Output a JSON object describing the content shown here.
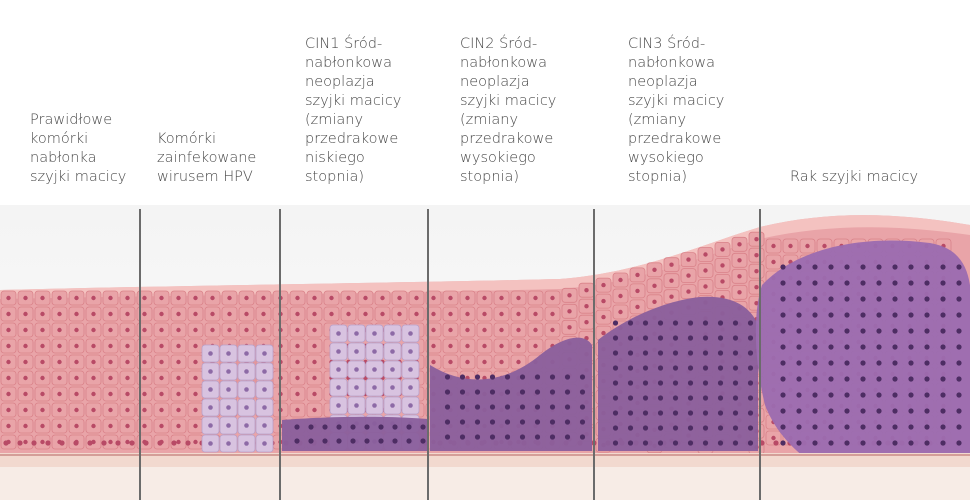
{
  "stages": [
    {
      "label_lines": [
        "Prawidłowe",
        "komórki",
        "nabłonka",
        "szyjki macicy"
      ]
    },
    {
      "label_lines": [
        "Komórki",
        "zainfekowane",
        "wirusem HPV"
      ]
    },
    {
      "label_lines": [
        "CIN1 Śród-",
        "nabłonkowa",
        "neoplazja",
        "szyjki macicy",
        "(zmiany",
        "przedrakowe",
        "niskiego",
        "stopnia)"
      ]
    },
    {
      "label_lines": [
        "CIN2 Śród-",
        "nabłonkowa",
        "neoplazja",
        "szyjki macicy",
        "(zmiany",
        "przedrakowe",
        "wysokiego",
        "stopnia)"
      ]
    },
    {
      "label_lines": [
        "CIN3 Śród-",
        "nabłonkowa",
        "neoplazja",
        "szyjki macicy",
        "(zmiany",
        "przedrakowe",
        "wysokiego",
        "stopnia)"
      ]
    },
    {
      "label_lines": [
        "Rak szyjki macicy"
      ]
    }
  ],
  "colors": {
    "background": "#ffffff",
    "normal_tissue": "#e9a4a8",
    "normal_tissue_dark": "#d98289",
    "cell_nucleus": "#b84a66",
    "infected_cells": "#d8c3e0",
    "dysplastic_cells": "#8a5f9c",
    "dysplastic_nucleus": "#4d2d63",
    "cancer_cells": "#9b6bb0",
    "basement": "#f2d9cf",
    "divider": "#6b6b6b",
    "label_text": "#4a4a4a"
  }
}
